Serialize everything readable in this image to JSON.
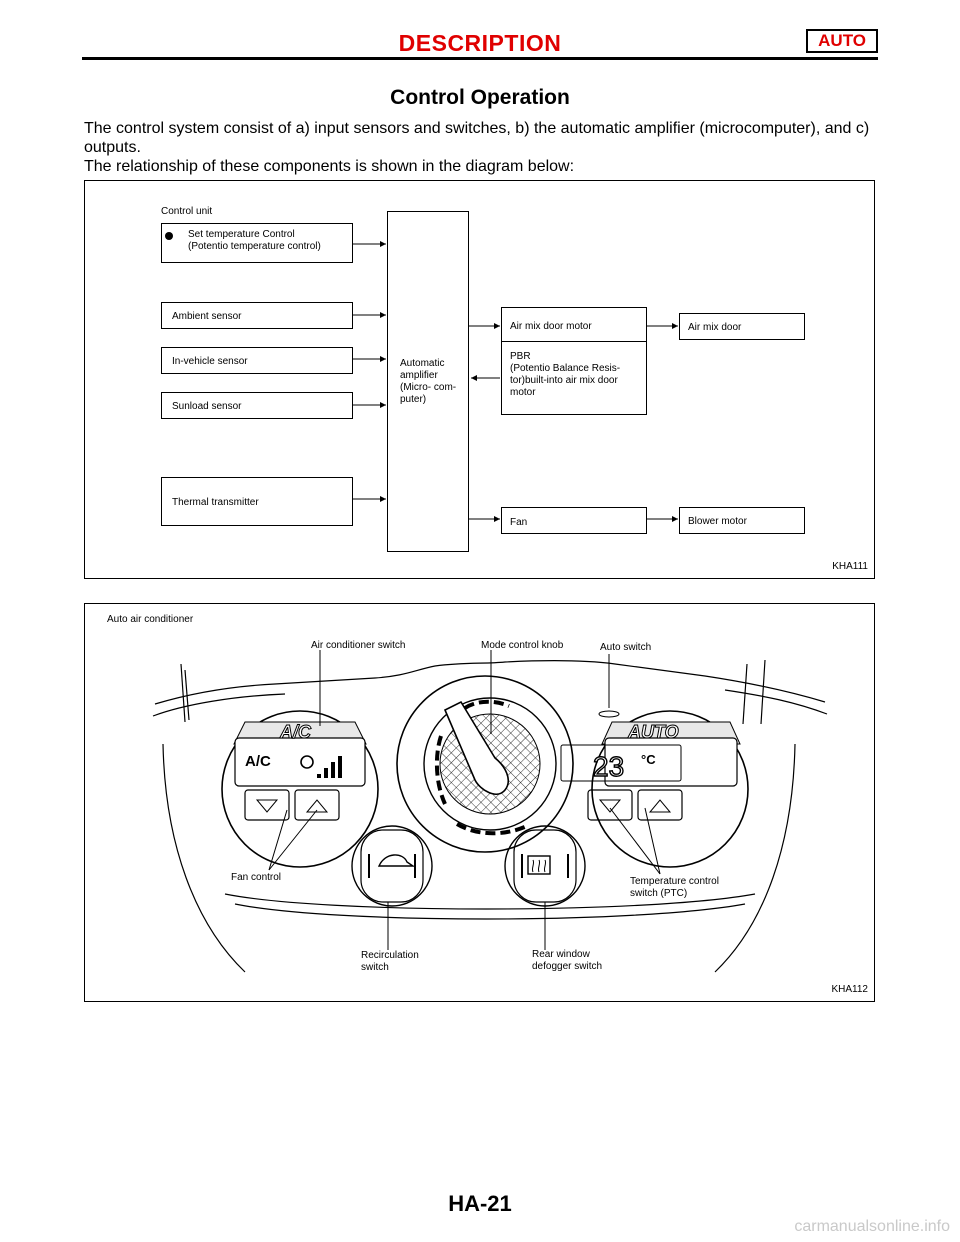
{
  "header": {
    "title": "DESCRIPTION",
    "tag": "AUTO"
  },
  "section": {
    "title": "Control Operation"
  },
  "intro": {
    "line1": "The control system consist of a) input sensors and switches, b) the automatic amplifier (microcomputer), and c) outputs.",
    "line2": "The relationship of these components is shown in the diagram below:"
  },
  "diagram1": {
    "control_unit_label": "Control unit",
    "set_temp_line1": "Set temperature Control",
    "set_temp_line2": "(Potentio temperature control)",
    "ambient_sensor": "Ambient sensor",
    "invehicle_sensor": "In-vehicle sensor",
    "sunload_sensor": "Sunload sensor",
    "thermal_transmitter": "Thermal transmitter",
    "amp_line1": "Automatic",
    "amp_line2": "amplifier",
    "amp_line3": "(Micro- com-",
    "amp_line4": "puter)",
    "airmix_motor": "Air mix door motor",
    "pbr_line1": "PBR",
    "pbr_line2": "(Potentio Balance Resis-",
    "pbr_line3": "tor)built-into air mix door",
    "pbr_line4": "motor",
    "fan": "Fan",
    "airmix_door": "Air mix door",
    "blower_motor": "Blower motor",
    "code": "KHA111"
  },
  "diagram2": {
    "title": "Auto air conditioner",
    "ac_switch": "Air conditioner switch",
    "mode_knob": "Mode control knob",
    "auto_switch": "Auto switch",
    "fan_control": "Fan control",
    "temp_line1": "Temperature control",
    "temp_line2": "switch (PTC)",
    "recirc_line1": "Recirculation",
    "recirc_line2": "switch",
    "rear_line1": "Rear window",
    "rear_line2": "defogger switch",
    "panel_ac_text": "A/C",
    "display_ac": "A/C",
    "panel_auto_text": "AUTO",
    "temp_value": "23",
    "temp_unit": "°C",
    "code": "KHA112"
  },
  "footer": {
    "page": "HA-21"
  },
  "watermark": "carmanualsonline.info"
}
